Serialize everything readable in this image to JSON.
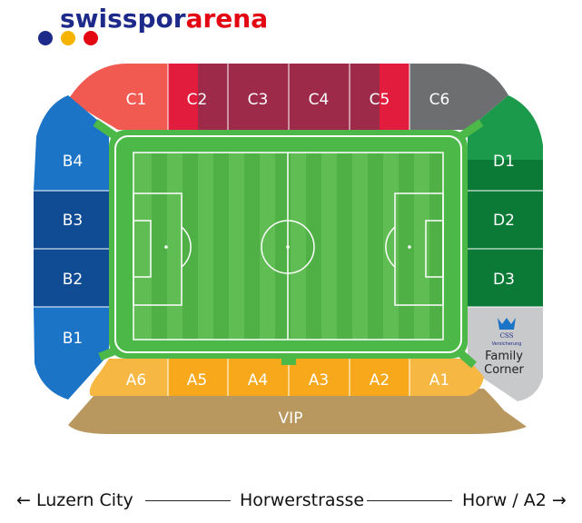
{
  "brand": {
    "name_part1": "swisspor",
    "name_part2": "arena",
    "dots": [
      "#1e2a8a",
      "#f6b400",
      "#e30613"
    ]
  },
  "colors": {
    "pitch_dark": "#4fb748",
    "pitch_light": "#67c25c",
    "pitch_border": "#3aa745",
    "grass_line": "#ffffff"
  },
  "sections": [
    {
      "id": "C1",
      "color": "#f15a50"
    },
    {
      "id": "C2",
      "color": "#e21c3c"
    },
    {
      "id": "C3",
      "color": "#9e2a4a"
    },
    {
      "id": "C4",
      "color": "#9e2a4a"
    },
    {
      "id": "C5",
      "color": "#e21c3c"
    },
    {
      "id": "C6",
      "color": "#6d6e70"
    },
    {
      "id": "B4",
      "color": "#1b74c5"
    },
    {
      "id": "B3",
      "color": "#0f4c93"
    },
    {
      "id": "B2",
      "color": "#0f4c93"
    },
    {
      "id": "B1",
      "color": "#1b74c5"
    },
    {
      "id": "D1",
      "color": "#1a9a4a"
    },
    {
      "id": "D2",
      "color": "#0c7a37"
    },
    {
      "id": "D3",
      "color": "#0c7a37"
    },
    {
      "id": "A6",
      "color": "#f7b843"
    },
    {
      "id": "A5",
      "color": "#f7a81b"
    },
    {
      "id": "A4",
      "color": "#f7a81b"
    },
    {
      "id": "A3",
      "color": "#f7a81b"
    },
    {
      "id": "A2",
      "color": "#f7a81b"
    },
    {
      "id": "A1",
      "color": "#f7b843"
    },
    {
      "id": "VIP",
      "color": "#b8985e"
    }
  ],
  "family_corner": {
    "sponsor": "CSS",
    "sponsor_sub": "Versicherung",
    "line1": "Family",
    "line2": "Corner",
    "color": "#c8c9cb"
  },
  "directions": {
    "left": "← Luzern City",
    "center": "Horwerstrasse",
    "right": "Horw / A2 →"
  }
}
